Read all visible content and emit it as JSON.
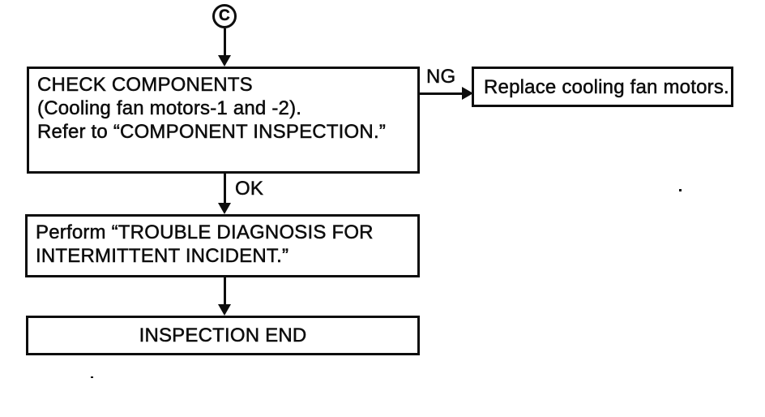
{
  "diagram": {
    "type": "flowchart",
    "background_color": "#ffffff",
    "ink_color": "#0d0d0d",
    "connector": {
      "label": "C"
    },
    "edge_labels": {
      "ng": "NG",
      "ok": "OK"
    },
    "boxes": {
      "check": {
        "lines": [
          "CHECK COMPONENTS",
          "(Cooling fan motors-1 and -2).",
          "Refer to “COMPONENT INSPECTION.”"
        ]
      },
      "replace": {
        "text": "Replace cooling fan motors."
      },
      "trouble": {
        "lines": [
          "Perform “TROUBLE DIAGNOSIS FOR",
          "INTERMITTENT INCIDENT.”"
        ]
      },
      "end": {
        "text": "INSPECTION END"
      }
    }
  }
}
